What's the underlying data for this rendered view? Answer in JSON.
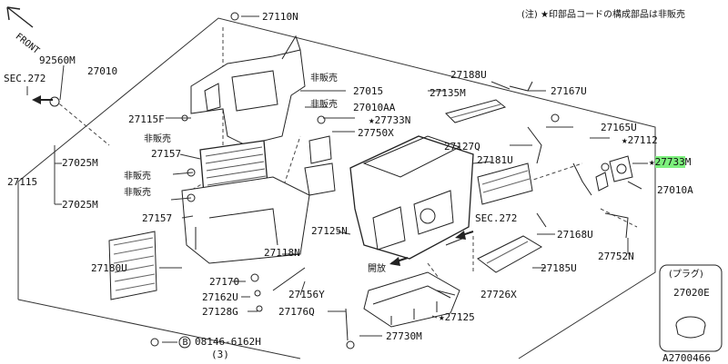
{
  "note": "(注) ★印部品コードの構成部品は非販売",
  "front_label": "FRONT",
  "ref_code": "A2700466",
  "plug_label": "(プラグ)",
  "highlight_color": "#7df07d",
  "labels": {
    "p27110N": "27110N",
    "p92560M": "92560M",
    "p27010": "27010",
    "sec272a": "SEC.272",
    "p27015": "27015",
    "p27135M": "27135M",
    "p27188U": "27188U",
    "p27167U": "27167U",
    "nh1": "非販売",
    "nh2": "非販売",
    "p27010AA": "27010AA",
    "p27733N": "★27733N",
    "p27750X": "27750X",
    "p27115F": "27115F",
    "nh3": "非販売",
    "p27157a": "27157",
    "p27025Ma": "27025M",
    "nh4": "非販売",
    "nh5": "非販売",
    "p27115": "27115",
    "p27025Mb": "27025M",
    "p27157b": "27157",
    "p27165U": "27165U",
    "p27112": "★27112",
    "p27127Q": "27127Q",
    "p27181U": "27181U",
    "p27733M": "27733",
    "p27733M_suffix": "M",
    "p27733M_star": "★",
    "p27010A": "27010A",
    "sec272b": "SEC.272",
    "p27125N": "27125N",
    "p27168U": "27168U",
    "p27180U": "27180U",
    "p27118N": "27118N",
    "kaiho": "開放",
    "p27185U": "27185U",
    "p27752N": "27752N",
    "p27170": "27170",
    "p27162U": "27162U",
    "p27156Y": "27156Y",
    "p27726X": "27726X",
    "p27128G": "27128G",
    "p27176Q": "27176Q",
    "p27125": "★27125",
    "p27020E": "27020E",
    "p27730M": "27730M",
    "p08146": "08146-6162H",
    "p08146_qty": "(3)",
    "p08146_mark": "B"
  }
}
